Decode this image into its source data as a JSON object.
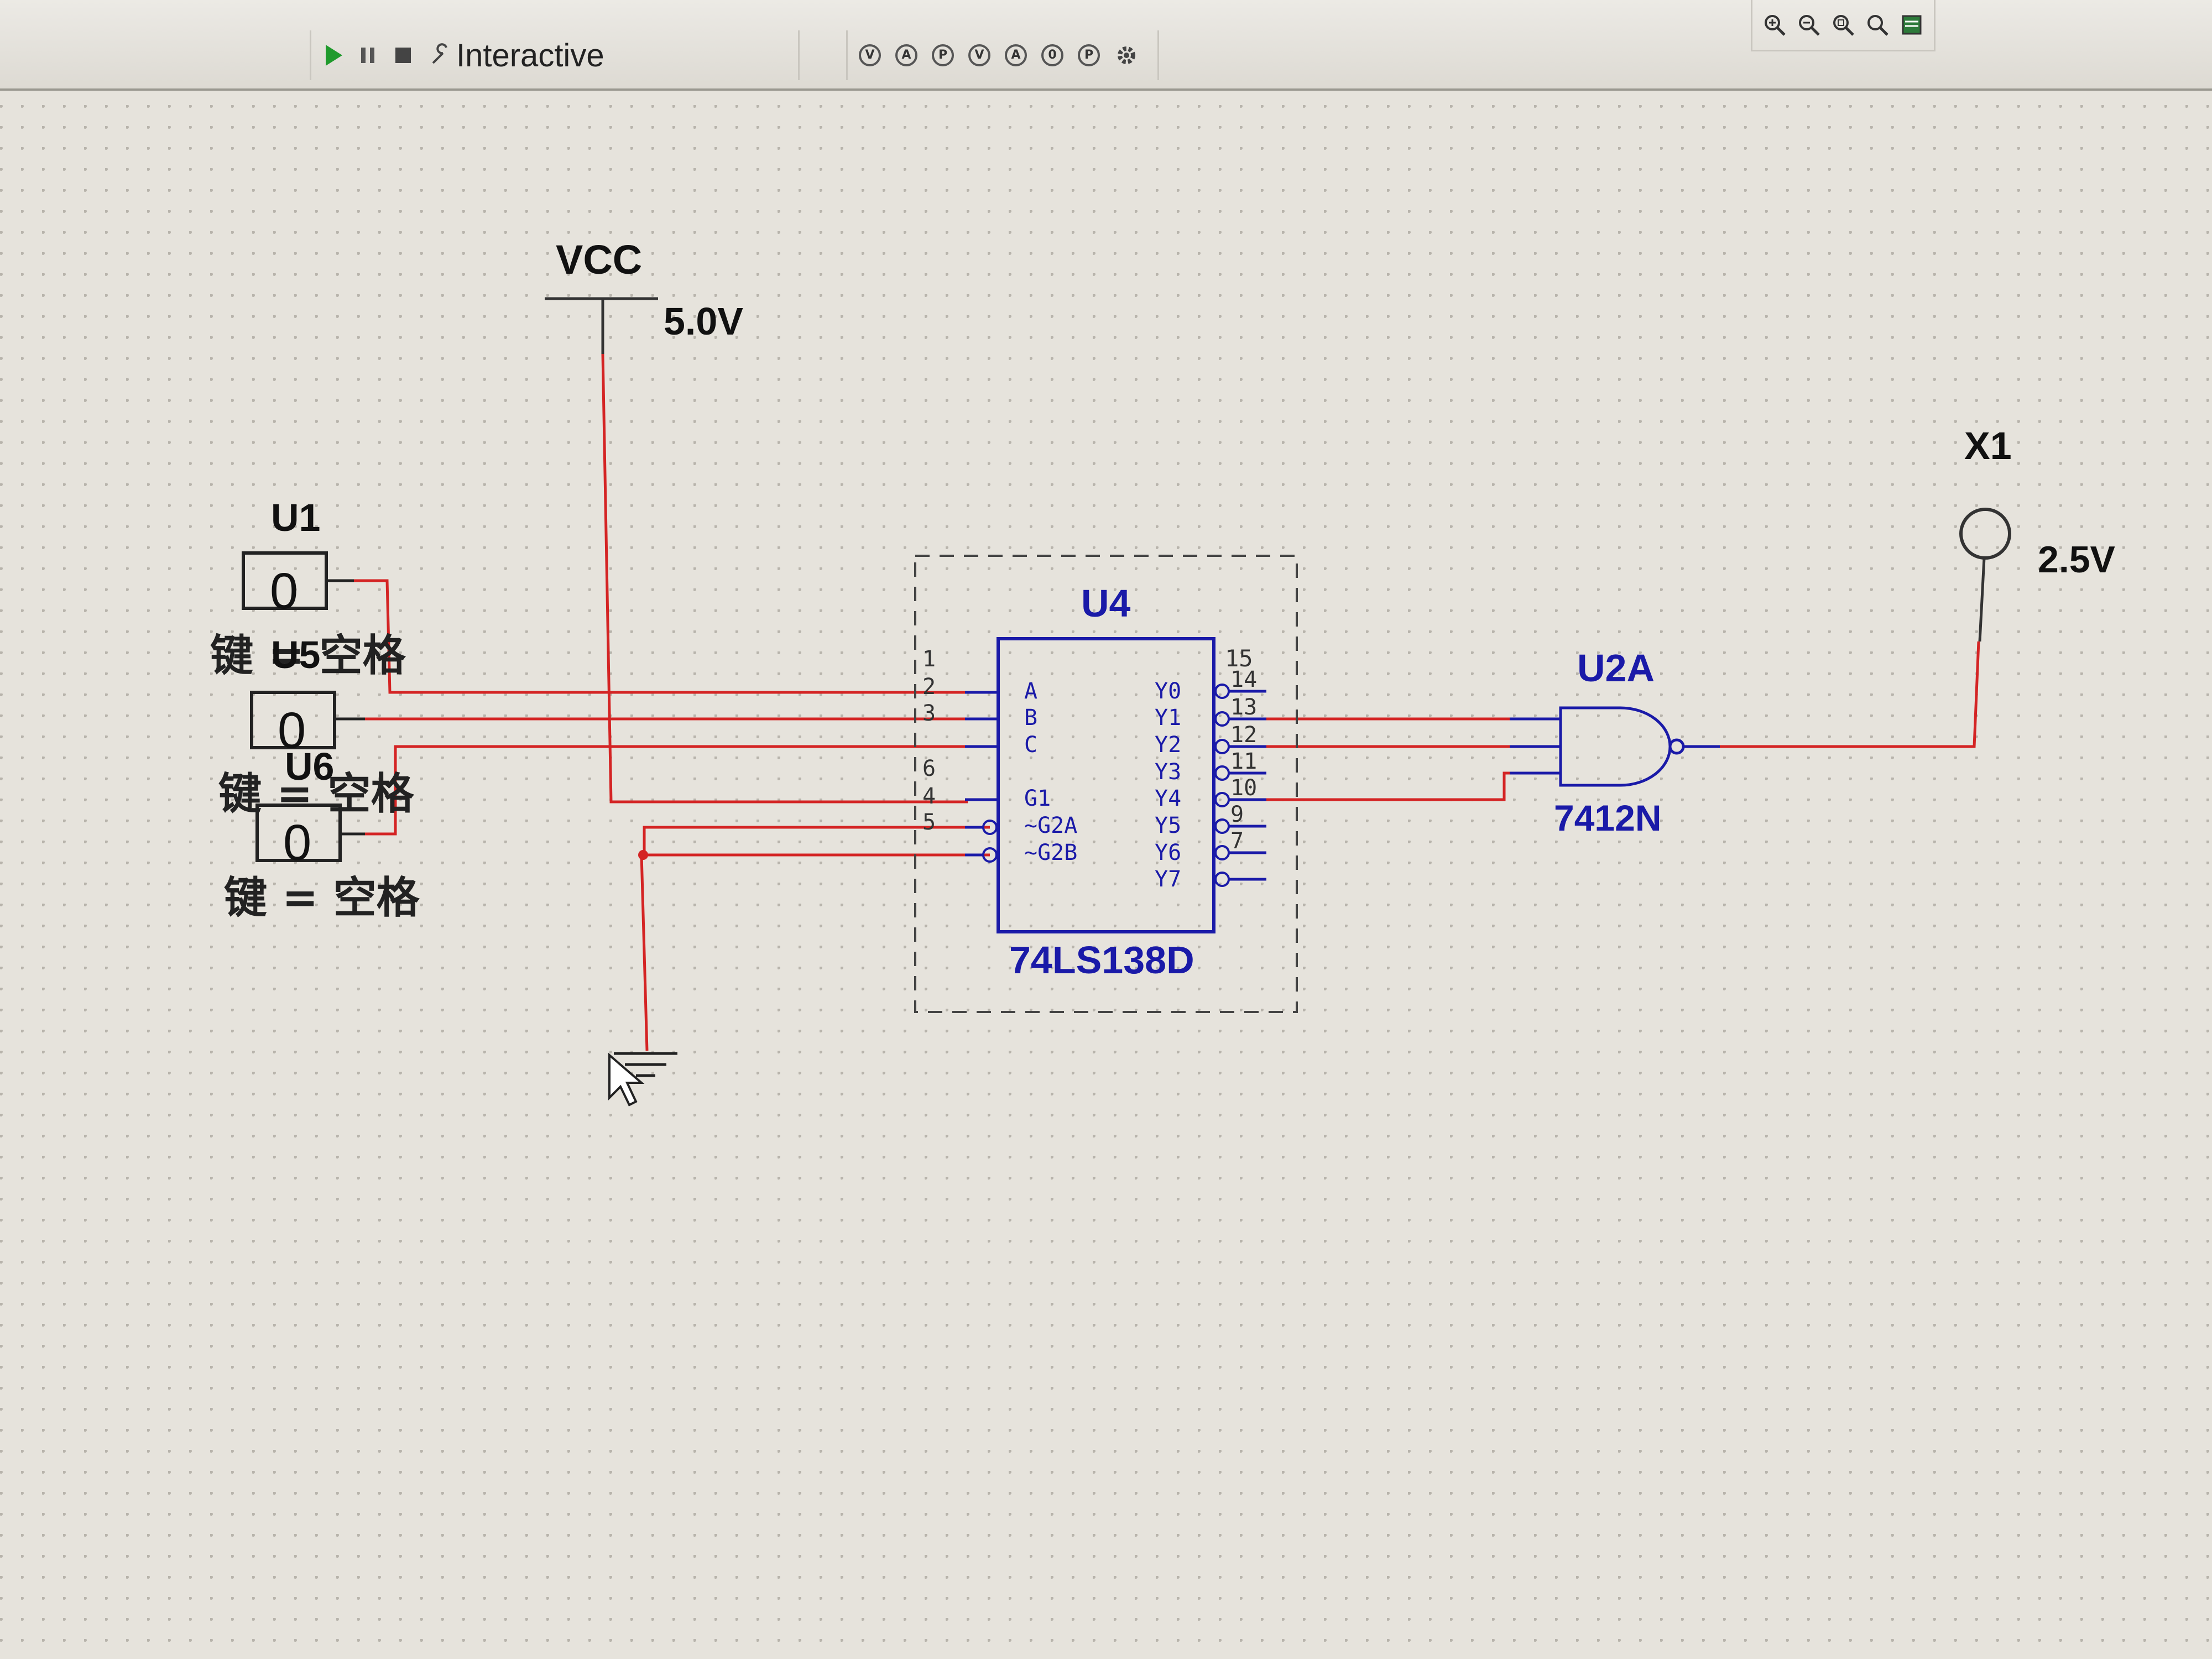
{
  "toolbar": {
    "sim_controls": {
      "run_icon": "play-icon",
      "pause_icon": "pause-icon",
      "stop_icon": "stop-icon",
      "mode_label": "Interactive"
    },
    "instruments": [
      "probe-icon",
      "ammeter-icon",
      "probe-icon",
      "voltmeter-icon",
      "probe-icon",
      "probe-icon",
      "probe-icon",
      "settings-icon"
    ],
    "zoom": [
      "zoom-in-icon",
      "zoom-out-icon",
      "zoom-area-icon",
      "zoom-fit-icon",
      "full-screen-icon"
    ]
  },
  "schematic": {
    "vcc": {
      "label": "VCC",
      "value": "5.0V"
    },
    "switches": [
      {
        "ref": "U1",
        "state": "0",
        "key": "键 = 空格"
      },
      {
        "ref": "U5",
        "state": "0",
        "key": "键 = 空格"
      },
      {
        "ref": "U6",
        "state": "0",
        "key": "键 = 空格"
      }
    ],
    "decoder": {
      "ref": "U4",
      "part": "74LS138D",
      "pin_vcc": "15",
      "inputs": [
        {
          "pin": "1",
          "name": "A"
        },
        {
          "pin": "2",
          "name": "B"
        },
        {
          "pin": "3",
          "name": "C"
        },
        {
          "pin": "6",
          "name": "G1"
        },
        {
          "pin": "4",
          "name": "~G2A"
        },
        {
          "pin": "5",
          "name": "~G2B"
        }
      ],
      "outputs": [
        {
          "pin": "14",
          "name": "Y0"
        },
        {
          "pin": "13",
          "name": "Y1"
        },
        {
          "pin": "12",
          "name": "Y2"
        },
        {
          "pin": "11",
          "name": "Y3"
        },
        {
          "pin": "10",
          "name": "Y4"
        },
        {
          "pin": "9",
          "name": "Y5"
        },
        {
          "pin": "7",
          "name": "Y6"
        },
        {
          "pin": "",
          "name": "Y7"
        }
      ]
    },
    "nand_gate": {
      "ref": "U2A",
      "part": "7412N"
    },
    "probe": {
      "ref": "X1",
      "value": "2.5V"
    }
  },
  "colors": {
    "wire": "#d42424",
    "component": "#1a1aa8",
    "text": "#111111",
    "grid_dot": "#b8b4ac"
  }
}
